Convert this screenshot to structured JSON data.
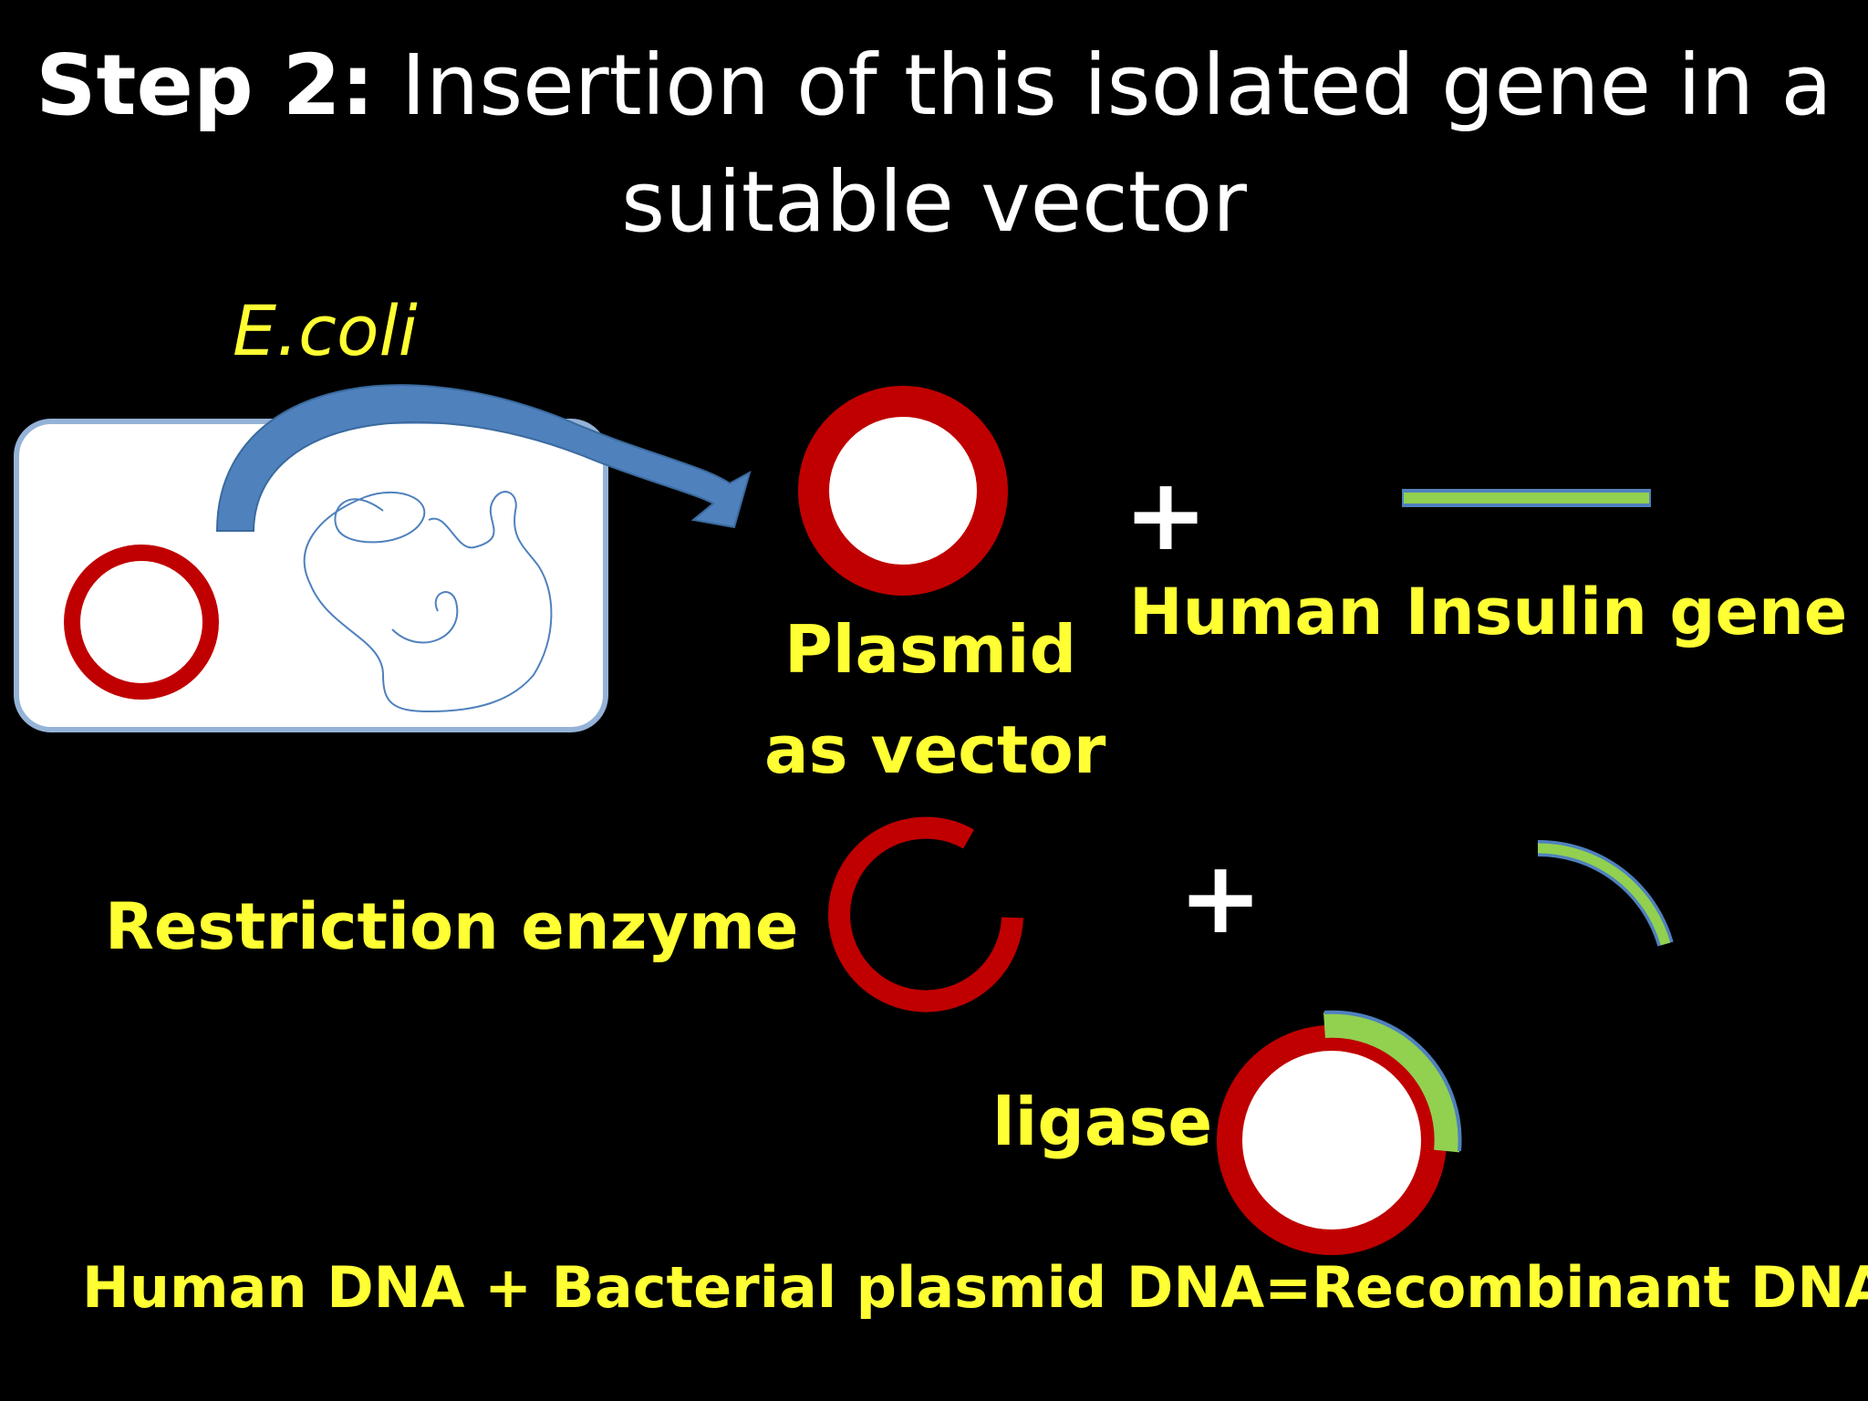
{
  "title": {
    "step": "Step 2:",
    "line1": " Insertion of this isolated gene in a",
    "line2": "suitable vector"
  },
  "labels": {
    "ecoli": "E.coli",
    "plasmid_line1": "Plasmid",
    "plasmid_line2": "as vector",
    "human_insulin_gene": "Human Insulin gene",
    "restriction_enzyme": "Restriction enzyme",
    "ligase": "ligase",
    "equation": "Human DNA + Bacterial plasmid DNA=Recombinant DNA"
  },
  "symbols": {
    "plus_top": "+",
    "plus_middle": "+"
  },
  "colors": {
    "background": "#000000",
    "label_yellow": "#ffff33",
    "plasmid_red": "#c00000",
    "gene_green": "#92d050",
    "arrow_blue": "#4f81bd",
    "cell_fill": "#ffffff",
    "cell_border": "#95b3d7"
  }
}
